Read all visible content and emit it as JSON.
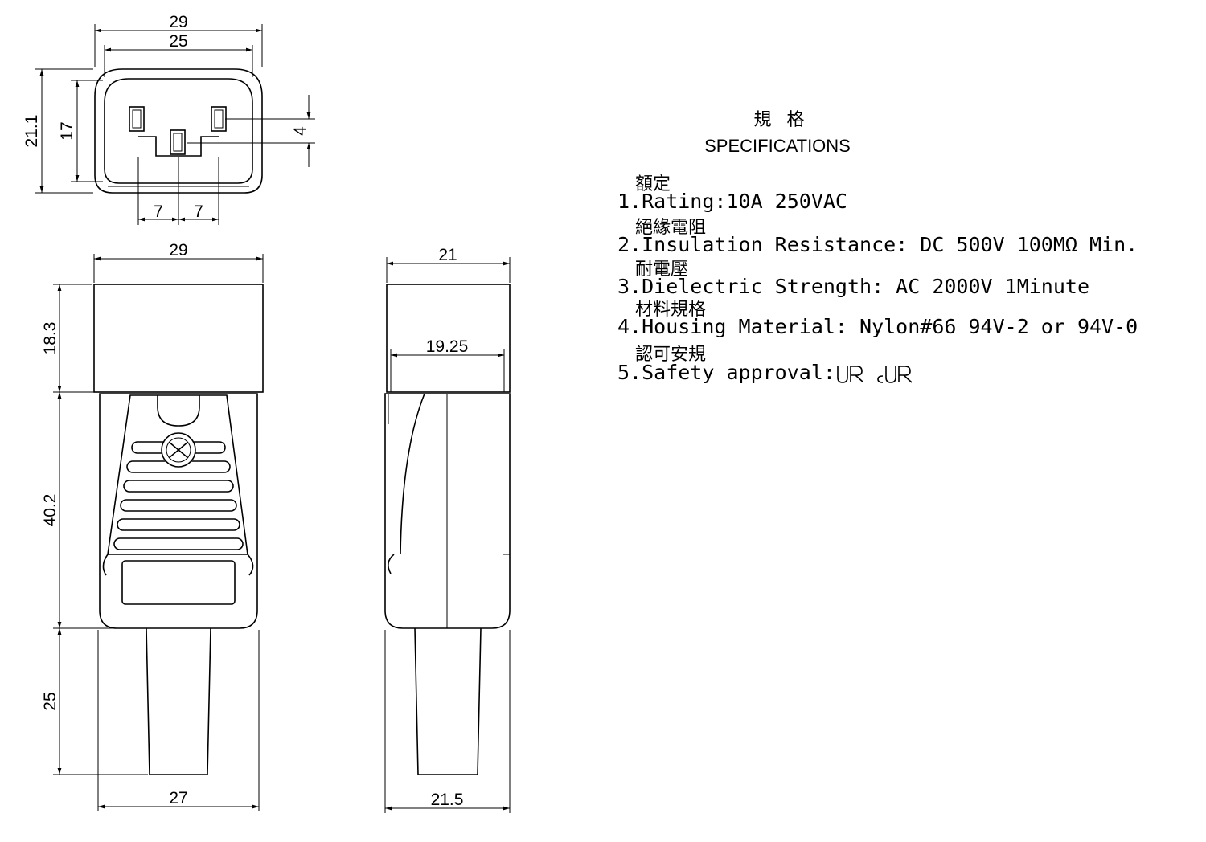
{
  "dimensions": {
    "front_outer_width": "29",
    "front_inner_width": "25",
    "front_height_outer": "21.1",
    "front_height_inner": "17",
    "pin_offset": "4",
    "pin_spacing_left": "7",
    "pin_spacing_right": "7",
    "body_width_top": "29",
    "cap_height": "18.3",
    "body_height": "40.2",
    "tail_height": "25",
    "bottom_width": "27",
    "side_width_top": "21",
    "side_inner_width": "19.25",
    "side_bottom_width": "21.5"
  },
  "specs": {
    "title_cn": "規 格",
    "title_en": "SPECIFICATIONS",
    "items": [
      {
        "cn": "額定",
        "en": "1.Rating:10A 250VAC"
      },
      {
        "cn": "絕緣電阻",
        "en": "2.Insulation Resistance: DC 500V 100MΩ Min."
      },
      {
        "cn": "耐電壓",
        "en": "3.Dielectric Strength: AC 2000V 1Minute"
      },
      {
        "cn": "材料規格",
        "en": "4.Housing Material: Nylon#66 94V-2 or 94V-0"
      },
      {
        "cn": "認可安規",
        "en": "5.Safety approval:"
      }
    ]
  },
  "icons": [
    "ur-mark-icon",
    "c-ur-mark-icon"
  ]
}
